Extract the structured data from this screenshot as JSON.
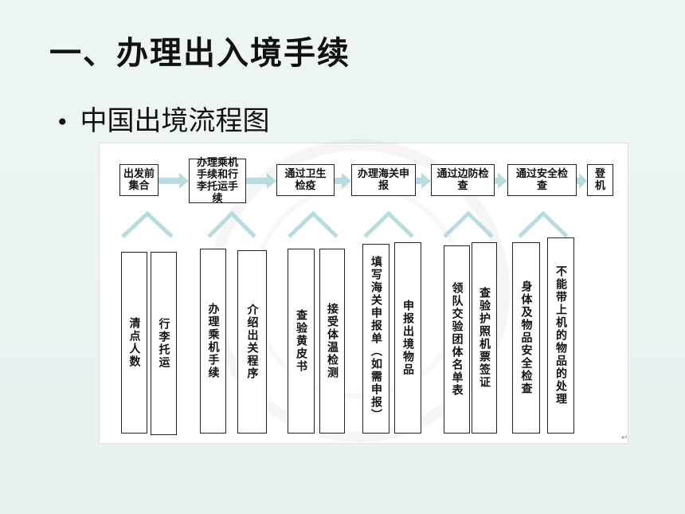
{
  "title": "一、办理出入境手续",
  "bullet": "中国出境流程图",
  "return_mark": "↵",
  "colors": {
    "arrow": "#b7dce0",
    "box_border": "#222222"
  },
  "steps": [
    {
      "label": "出发前集合",
      "details": [
        "清点人数",
        "行李托运"
      ]
    },
    {
      "label": "办理乘机手续和行李托运手续",
      "details": [
        "办理乘机手续",
        "介绍出关程序"
      ]
    },
    {
      "label": "通过卫生检疫",
      "details": [
        "查验黄皮书",
        "接受体温检测"
      ]
    },
    {
      "label": "办理海关申报",
      "details": [
        "填写海关申报单（如需申报）",
        "申报出境物品"
      ]
    },
    {
      "label": "通过边防检查",
      "details": [
        "领队交验团体名单表",
        "查验护照机票签证"
      ]
    },
    {
      "label": "通过安全检查",
      "details": [
        "身体及物品安全检查",
        "不能带上机的物品的处理"
      ]
    },
    {
      "label": "登机",
      "details": []
    }
  ]
}
